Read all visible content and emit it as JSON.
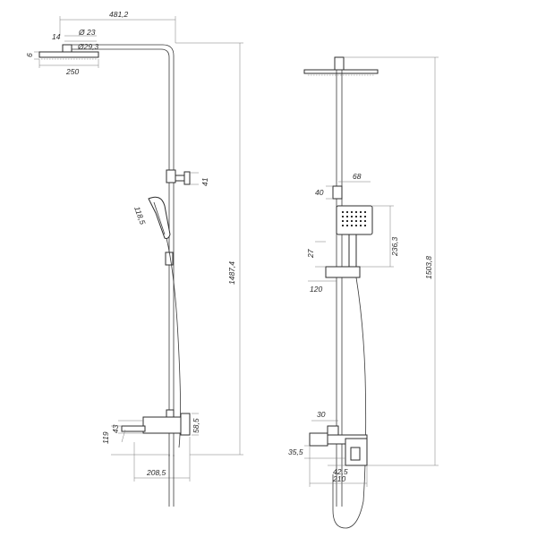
{
  "colors": {
    "line": "#3a3a3a",
    "dim_line": "#7a7a7a",
    "text": "#2a2a2a",
    "background": "#ffffff"
  },
  "side_view": {
    "labels": {
      "top_width": "481,2",
      "pipe_dia": "Ø 23",
      "pipe_dia2": "Ø29,3",
      "offset_14": "14",
      "head_thickness": "6",
      "head_width": "250",
      "holder_height": "41",
      "hand_shower_len": "118,5",
      "total_height": "1487,4",
      "mixer_height": "58,5",
      "mixer_43": "43",
      "mixer_119": "119",
      "spout_len": "208,5"
    }
  },
  "front_view": {
    "labels": {
      "holder_68": "68",
      "holder_40": "40",
      "hand_shower_height": "236,3",
      "slider_27": "27",
      "slider_120": "120",
      "total_height": "1503,8",
      "mixer_30": "30",
      "mixer_35": "35,5",
      "mixer_42": "42,5",
      "mixer_width": "210"
    }
  }
}
